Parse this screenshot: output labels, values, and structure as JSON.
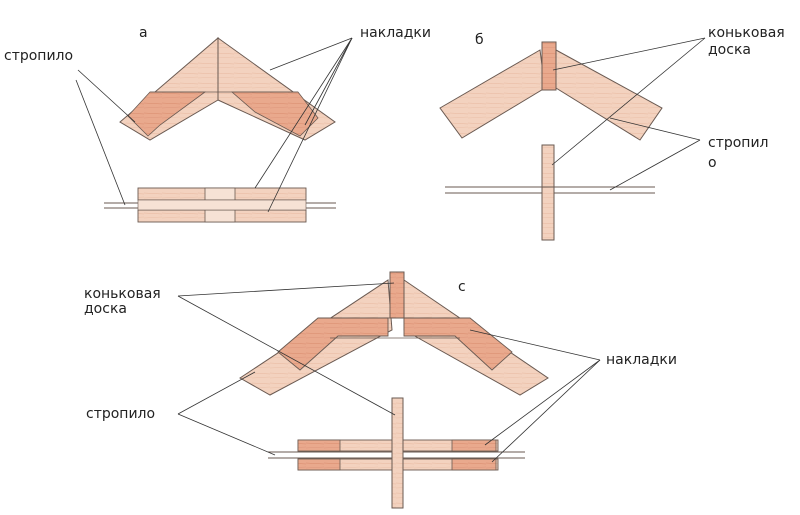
{
  "diagram_a": {
    "tag": "а",
    "label_rafter": "стропило",
    "label_plates": "накладки"
  },
  "diagram_b": {
    "tag": "б",
    "label_ridge_line1": "коньковая",
    "label_ridge_line2": "доска",
    "label_rafter_line1": "стропил",
    "label_rafter_line2": "о"
  },
  "diagram_c": {
    "tag": "с",
    "label_ridge_line1": "коньковая",
    "label_ridge_line2": "доска",
    "label_plates": "накладки",
    "label_rafter": "стропило"
  },
  "colors": {
    "wood": "#f3d2bf",
    "wood_dark": "#e39c80",
    "outline": "#5a4a42",
    "leader": "#333333"
  }
}
